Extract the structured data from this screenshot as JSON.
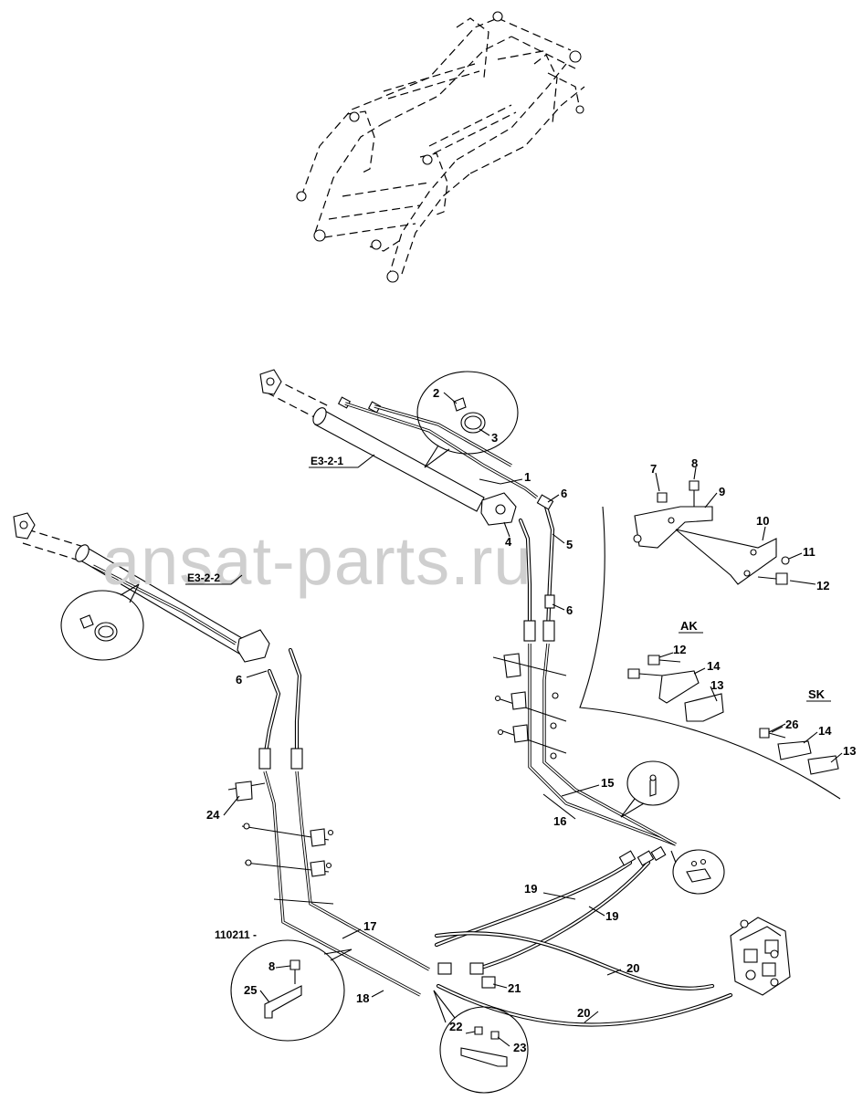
{
  "watermark": "ansat-parts.ru",
  "references": {
    "cyl_upper": "E3-2-1",
    "cyl_lower": "E3-2-2",
    "serial": "110211 -"
  },
  "variants": {
    "ak": "AK",
    "sk": "SK"
  },
  "callouts": {
    "c1": "1",
    "c2": "2",
    "c3": "3",
    "c4": "4",
    "c5": "5",
    "c6a": "6",
    "c6b": "6",
    "c6c": "6",
    "c7": "7",
    "c8a": "8",
    "c8b": "8",
    "c9": "9",
    "c10": "10",
    "c11": "11",
    "c12a": "12",
    "c12b": "12",
    "c13a": "13",
    "c13b": "13",
    "c14a": "14",
    "c14b": "14",
    "c15": "15",
    "c16": "16",
    "c17": "17",
    "c18": "18",
    "c19a": "19",
    "c19b": "19",
    "c20a": "20",
    "c20b": "20",
    "c21": "21",
    "c22": "22",
    "c23": "23",
    "c24": "24",
    "c25": "25",
    "c26": "26"
  },
  "colors": {
    "line": "#000000",
    "watermark": "#cfcfcf",
    "background": "#ffffff"
  }
}
